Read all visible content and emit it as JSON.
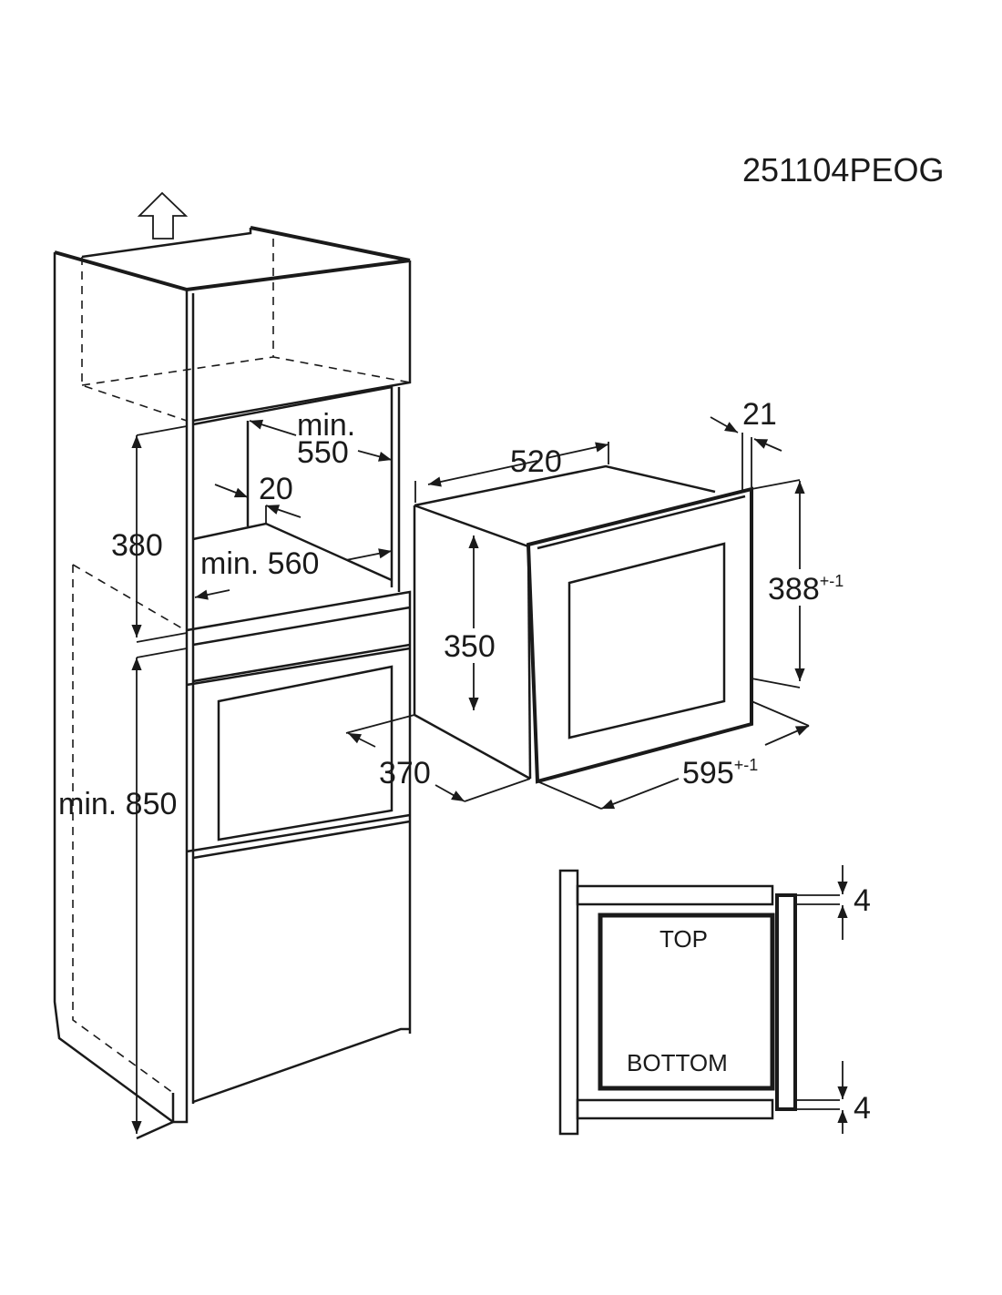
{
  "code": "251104PEOG",
  "cabinet": {
    "niche_depth": {
      "line1": "min.",
      "line2": "550"
    },
    "back_gap": "20",
    "niche_height": "380",
    "niche_width": "min. 560",
    "floor_height": "min. 850"
  },
  "appliance": {
    "depth": "520",
    "frame": "21",
    "height": {
      "value": "388",
      "tolerance": "+-1"
    },
    "body_height": "350",
    "body_depth": "370",
    "width": {
      "value": "595",
      "tolerance": "+-1"
    }
  },
  "orientation": {
    "top_label": "TOP",
    "bottom_label": "BOTTOM",
    "top_gap": "4",
    "bottom_gap": "4"
  }
}
